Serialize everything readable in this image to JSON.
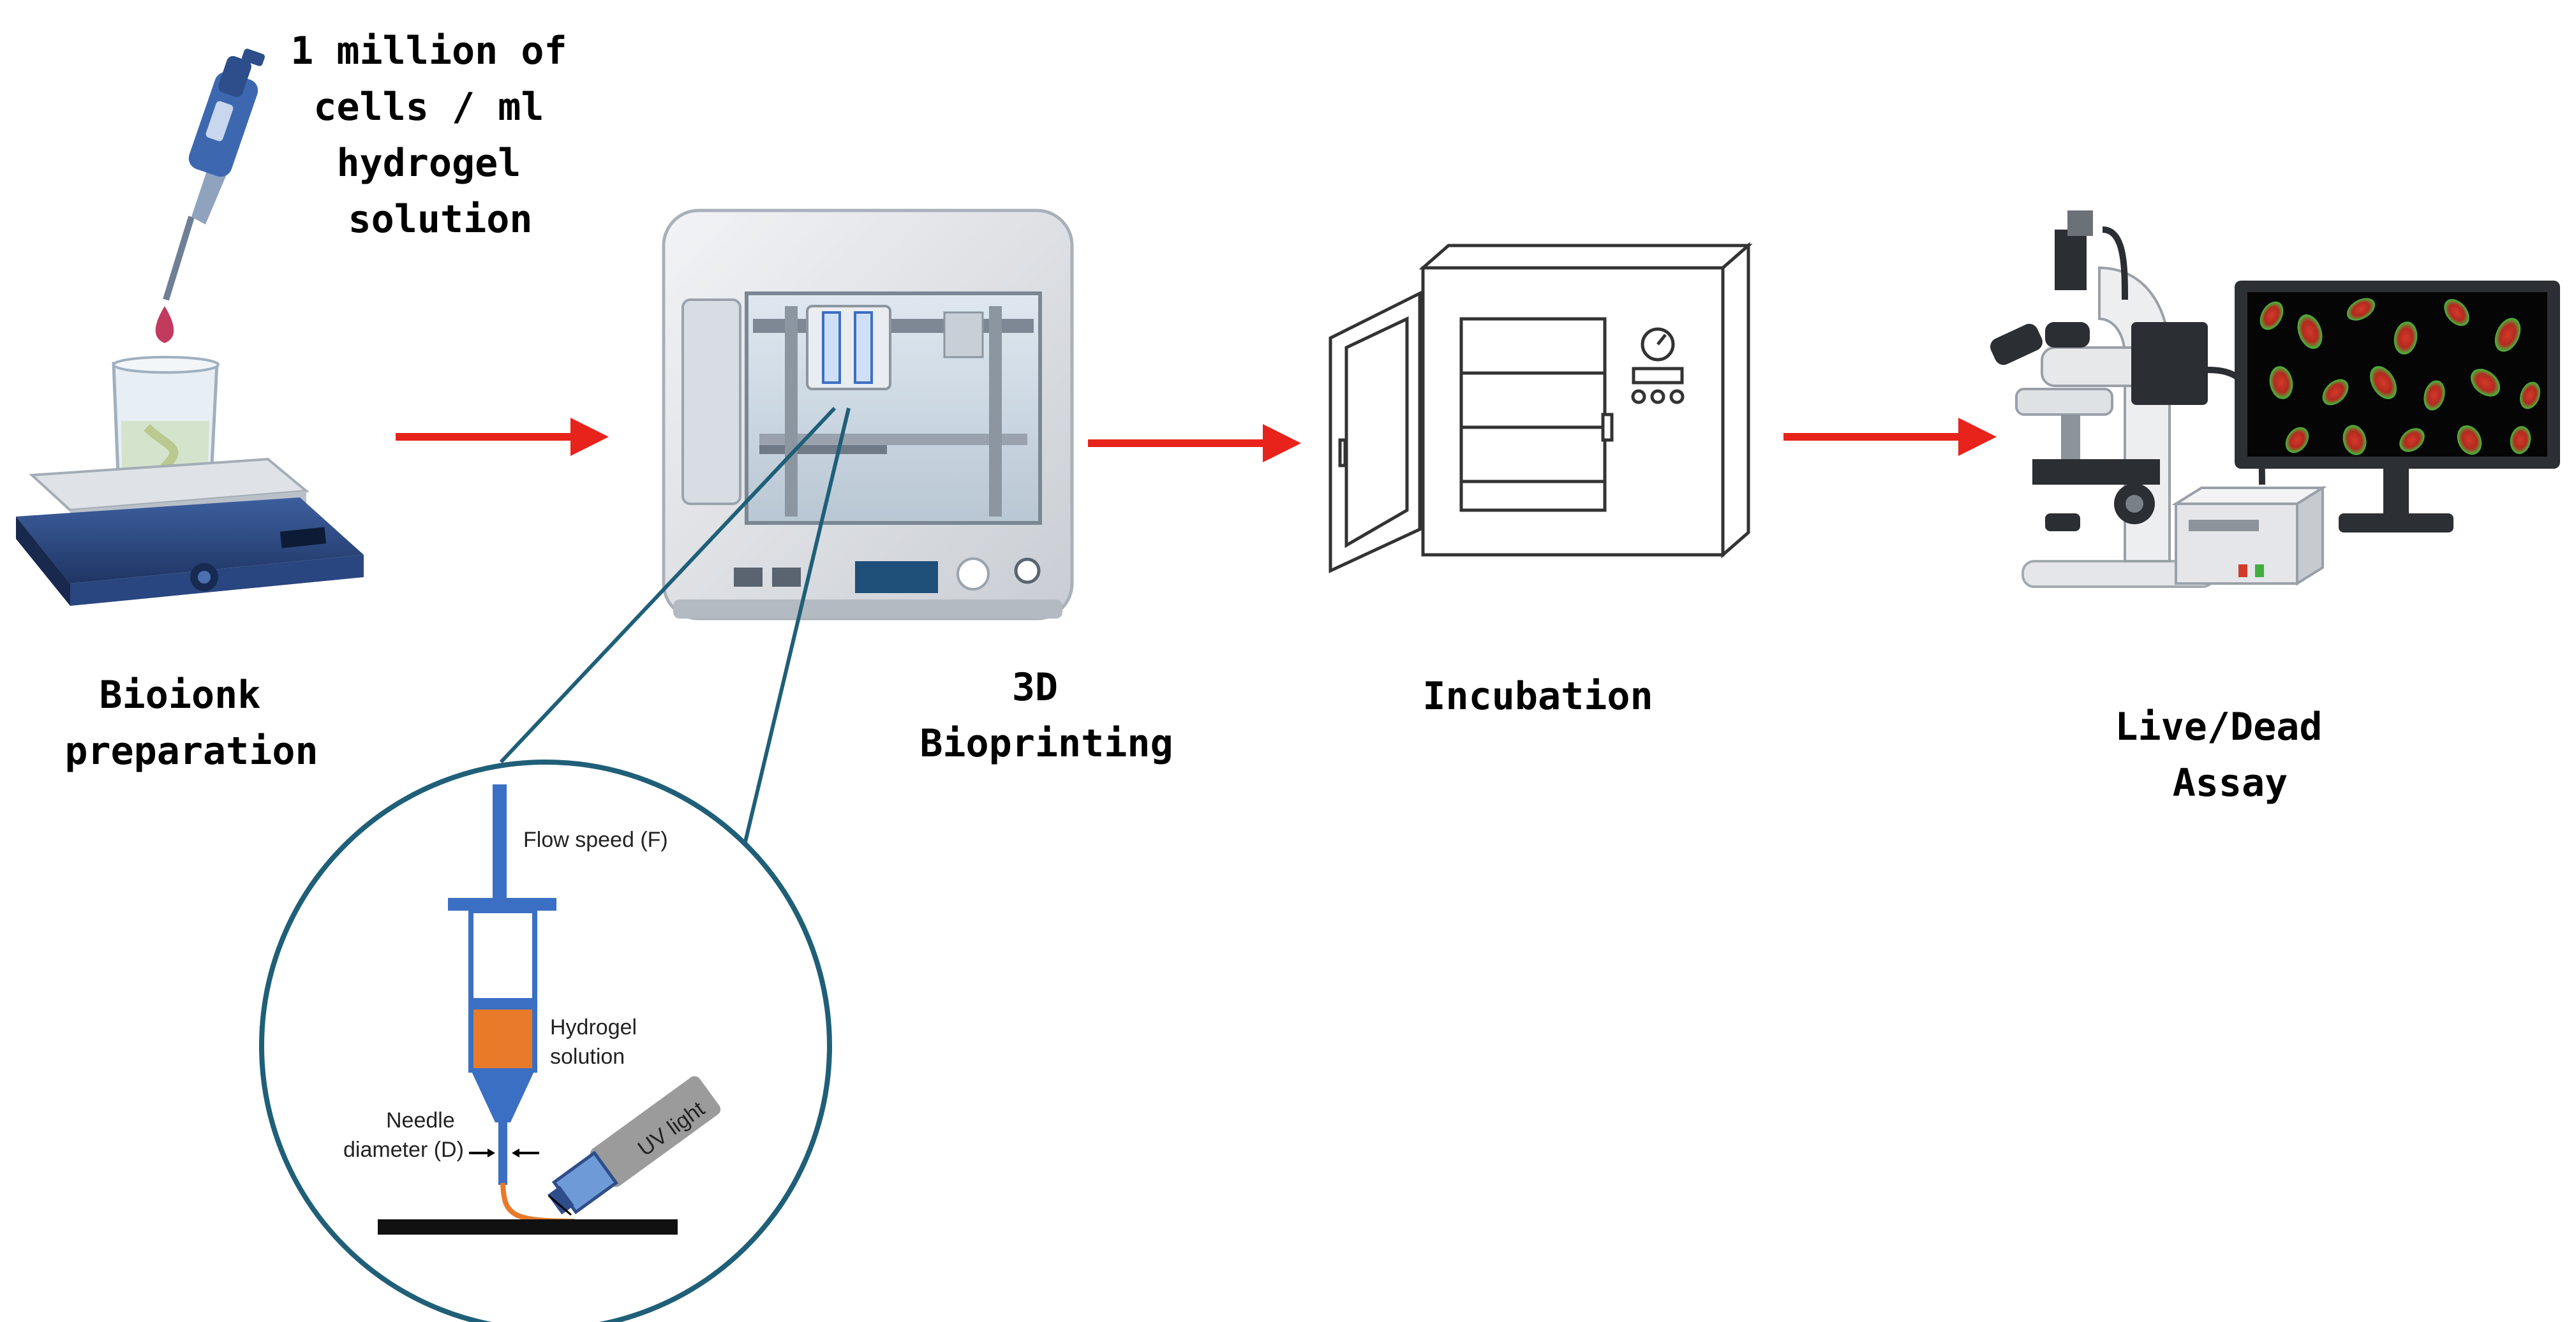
{
  "steps": {
    "prep": {
      "line1": "Bioionk",
      "line2": "preparation"
    },
    "bioprint": {
      "line1": "3D",
      "line2": "Bioprinting"
    },
    "incubation": {
      "line1": "Incubation"
    },
    "assay": {
      "line1": "Live/Dead",
      "line2": "Assay"
    }
  },
  "concentration": {
    "line1": "1 million of",
    "line2": "cells / ml",
    "line3": "hydrogel",
    "line4": "solution"
  },
  "inset": {
    "flow": "Flow speed (F)",
    "hydrogel1": "Hydrogel",
    "hydrogel2": "solution",
    "needle1": "Needle",
    "needle2": "diameter (D)",
    "uv": "UV light"
  },
  "colors": {
    "arrow": "#e8231b",
    "zoom_line": "#1f5f78",
    "syringe": "#3b6fc4",
    "gel": "#e87a2a"
  }
}
